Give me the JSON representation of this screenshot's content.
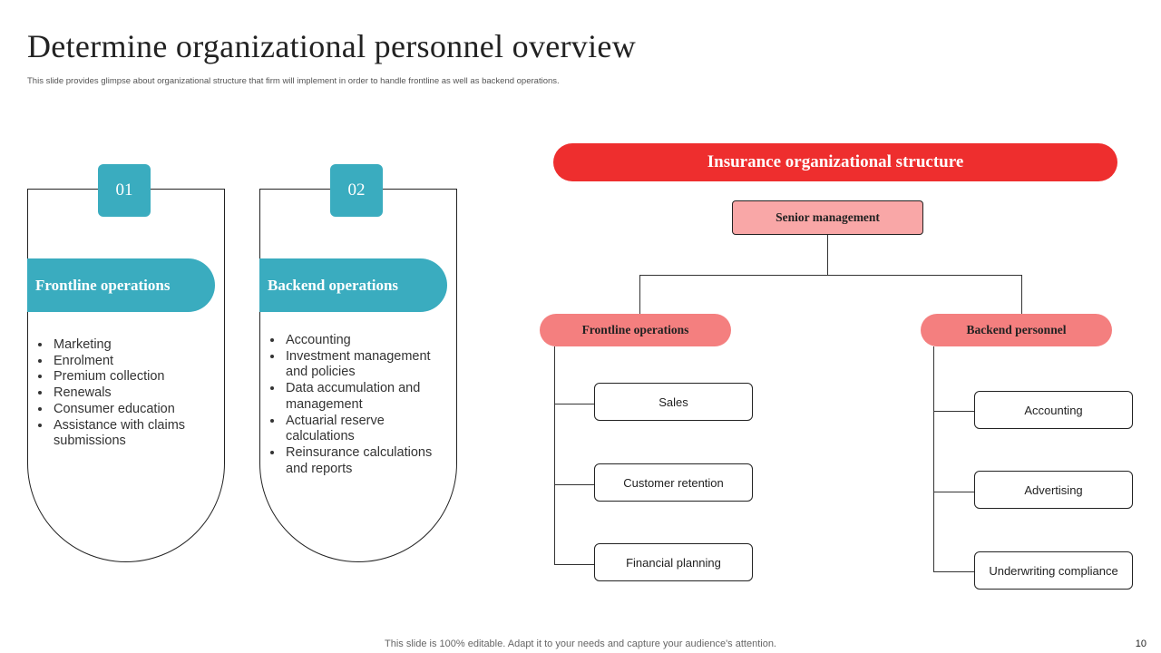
{
  "slide": {
    "title": "Determine organizational personnel overview",
    "subtitle": "This slide provides glimpse about organizational structure that firm will implement  in order to handle frontline as well as backend operations.",
    "footer": "This slide is 100% editable. Adapt it to your needs and capture your audience's attention.",
    "page_number": "10"
  },
  "cards": [
    {
      "number": "01",
      "header": "Frontline operations",
      "items": [
        "Marketing",
        "Enrolment",
        "Premium collection",
        "Renewals",
        "Consumer education",
        "Assistance with claims submissions"
      ]
    },
    {
      "number": "02",
      "header": "Backend operations",
      "items": [
        "Accounting",
        "Investment management and policies",
        "Data accumulation and management",
        "Actuarial reserve calculations",
        "Reinsurance calculations and reports"
      ]
    }
  ],
  "org": {
    "banner": "Insurance organizational structure",
    "root": "Senior management",
    "branches": [
      {
        "label": "Frontline operations",
        "children": [
          "Sales",
          "Customer retention",
          "Financial planning"
        ]
      },
      {
        "label": "Backend personnel",
        "children": [
          "Accounting",
          "Advertising",
          "Underwriting compliance"
        ]
      }
    ]
  },
  "colors": {
    "teal": "#3aacbf",
    "red_banner": "#ee2e2e",
    "pink_root": "#f9a7a7",
    "salmon_branch": "#f47f7f"
  }
}
